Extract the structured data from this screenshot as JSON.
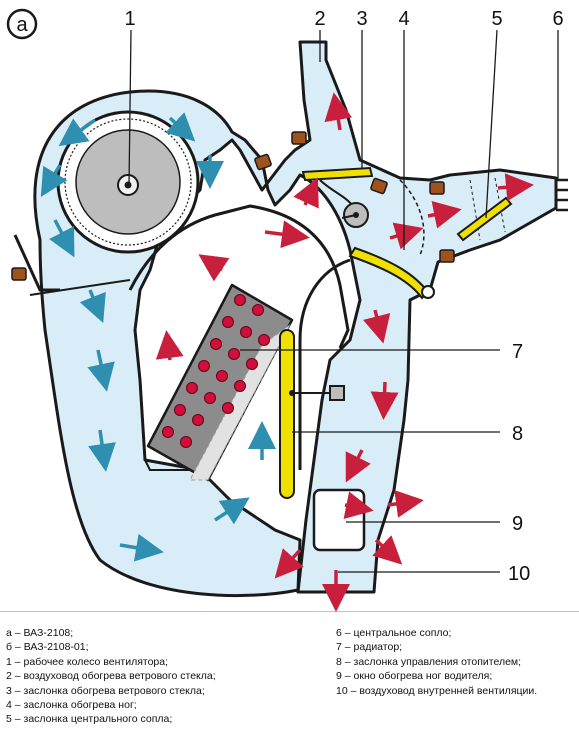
{
  "figure": {
    "panel_letter": "а",
    "callouts": [
      "1",
      "2",
      "3",
      "4",
      "5",
      "6",
      "7",
      "8",
      "9",
      "10"
    ]
  },
  "legend": {
    "left": [
      "а – ВАЗ-2108;",
      "б – ВАЗ-2108-01;",
      "1 – рабочее колесо вентилятора;",
      "2 – воздуховод обогрева ветрового стекла;",
      "3 – заслонка обогрева ветрового стекла;",
      "4 – заслонка обогрева ног;",
      "5 – заслонка центрального сопла;"
    ],
    "right": [
      "6 – центральное сопло;",
      "7 – радиатор;",
      "8 – заслонка управления отопителем;",
      "9 – окно обогрева ног водителя;",
      "10 – воздуховод внутренней вентиляции."
    ]
  },
  "colors": {
    "housing_fill": "#d8edf7",
    "outline": "#1a1a1a",
    "cold_arrow": "#2e8fb0",
    "warm_arrow": "#c8203c",
    "damper_yellow": "#f0e000",
    "seal_brown": "#a0521c",
    "radiator_grey": "#8c8c8c",
    "radiator_tube": "#d0103a"
  }
}
